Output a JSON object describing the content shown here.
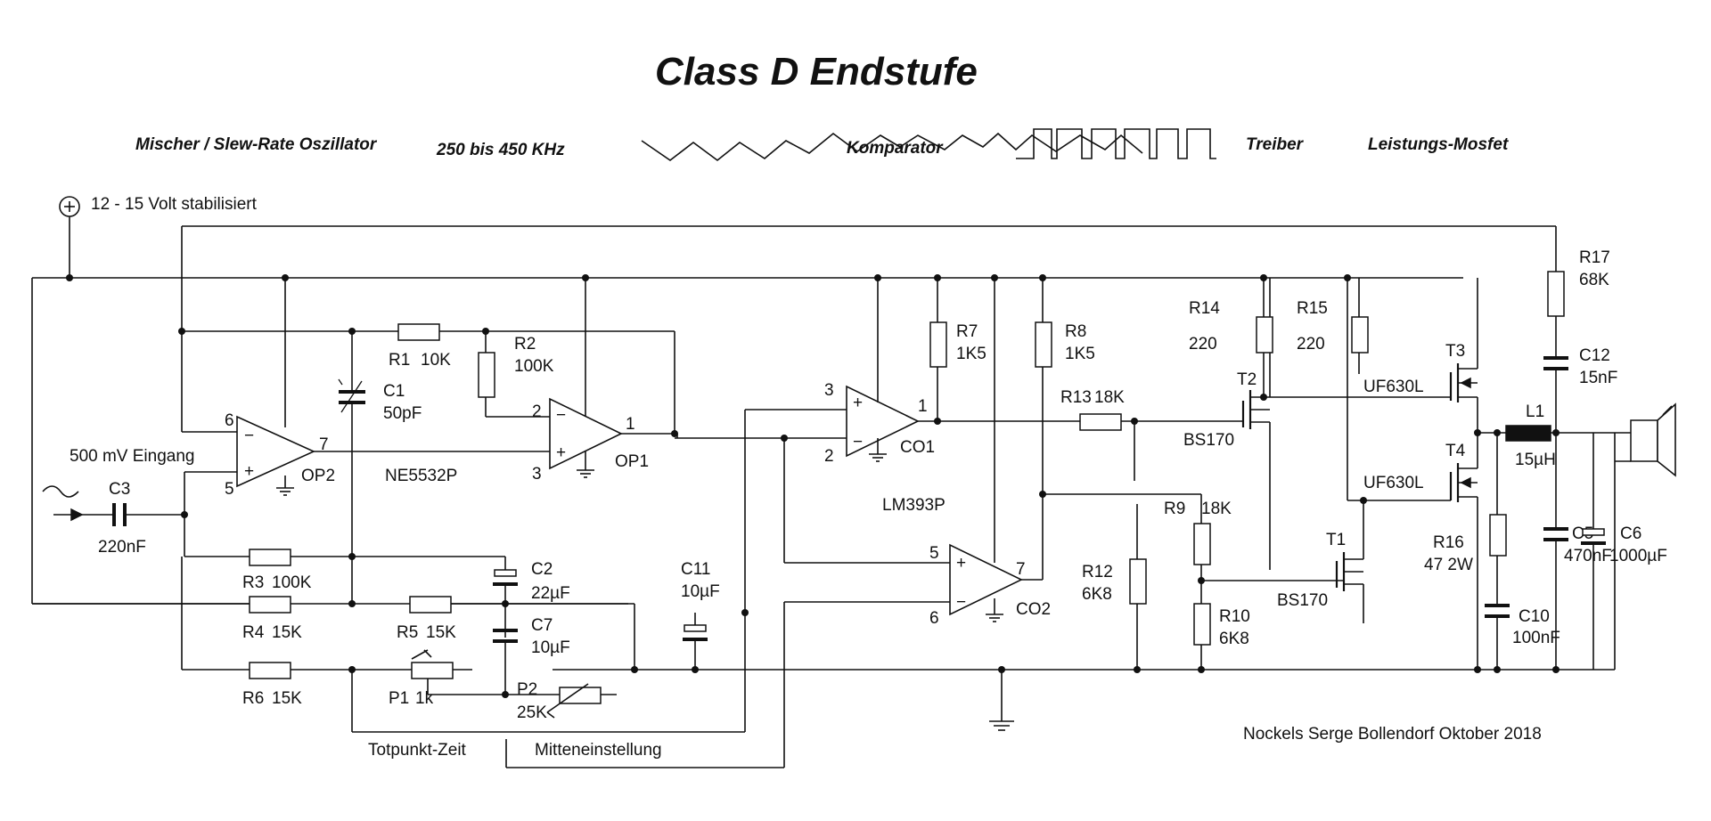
{
  "title": "Class D Endstufe",
  "headers": {
    "oscillator": "Mischer / Slew-Rate Oszillator",
    "frequency": "250 bis 450 KHz",
    "comparator": "Komparator",
    "driver": "Treiber",
    "mosfet": "Leistungs-Mosfet"
  },
  "supply": "12 - 15 Volt stabilisiert",
  "input": "500 mV Eingang",
  "ic_labels": {
    "ne5532": "NE5532P",
    "lm393": "LM393P",
    "op1": "OP1",
    "op2": "OP2",
    "co1": "CO1",
    "co2": "CO2"
  },
  "pins": {
    "op2_6": "6",
    "op2_5": "5",
    "op2_7": "7",
    "op1_2": "2",
    "op1_3": "3",
    "op1_1": "1",
    "co1_3": "3",
    "co1_2": "2",
    "co1_1": "1",
    "co2_5": "5",
    "co2_6": "6",
    "co2_7": "7"
  },
  "components": {
    "r1": {
      "name": "R1",
      "value": "10K"
    },
    "r2": {
      "name": "R2",
      "value": "100K"
    },
    "r3": {
      "name": "R3",
      "value": "100K"
    },
    "r4": {
      "name": "R4",
      "value": "15K"
    },
    "r5": {
      "name": "R5",
      "value": "15K"
    },
    "r6": {
      "name": "R6",
      "value": "15K"
    },
    "r7": {
      "name": "R7",
      "value": "1K5"
    },
    "r8": {
      "name": "R8",
      "value": "1K5"
    },
    "r9": {
      "name": "R9",
      "value": "18K"
    },
    "r10": {
      "name": "R10",
      "value": "6K8"
    },
    "r12": {
      "name": "R12",
      "value": "6K8"
    },
    "r13": {
      "name": "R13",
      "value": "18K"
    },
    "r14": {
      "name": "R14",
      "value": "220"
    },
    "r15": {
      "name": "R15",
      "value": "220"
    },
    "r16": {
      "name": "R16",
      "value": "47 2W"
    },
    "r17": {
      "name": "R17",
      "value": "68K"
    },
    "c1": {
      "name": "C1",
      "value": "50pF"
    },
    "c2": {
      "name": "C2",
      "value": "22µF"
    },
    "c3": {
      "name": "C3",
      "value": "220nF"
    },
    "c5": {
      "name": "C5",
      "value": "470nF"
    },
    "c6": {
      "name": "C6",
      "value": "1000µF"
    },
    "c7": {
      "name": "C7",
      "value": "10µF"
    },
    "c10": {
      "name": "C10",
      "value": "100nF"
    },
    "c11": {
      "name": "C11",
      "value": "10µF"
    },
    "c12": {
      "name": "C12",
      "value": "15nF"
    },
    "l1": {
      "name": "L1",
      "value": "15µH"
    },
    "p1": {
      "name": "P1",
      "value": "1k"
    },
    "p2": {
      "name": "P2",
      "value": "25K"
    },
    "t1": {
      "name": "T1",
      "value": "BS170"
    },
    "t2": {
      "name": "T2",
      "value": "BS170"
    },
    "t3": {
      "name": "T3",
      "value": "UF630L"
    },
    "t4": {
      "name": "T4",
      "value": "UF630L"
    }
  },
  "adjust": {
    "deadtime": "Totpunkt-Zeit",
    "center": "Mitteneinstellung"
  },
  "signature": "Nockels Serge  Bollendorf Oktober 2018"
}
